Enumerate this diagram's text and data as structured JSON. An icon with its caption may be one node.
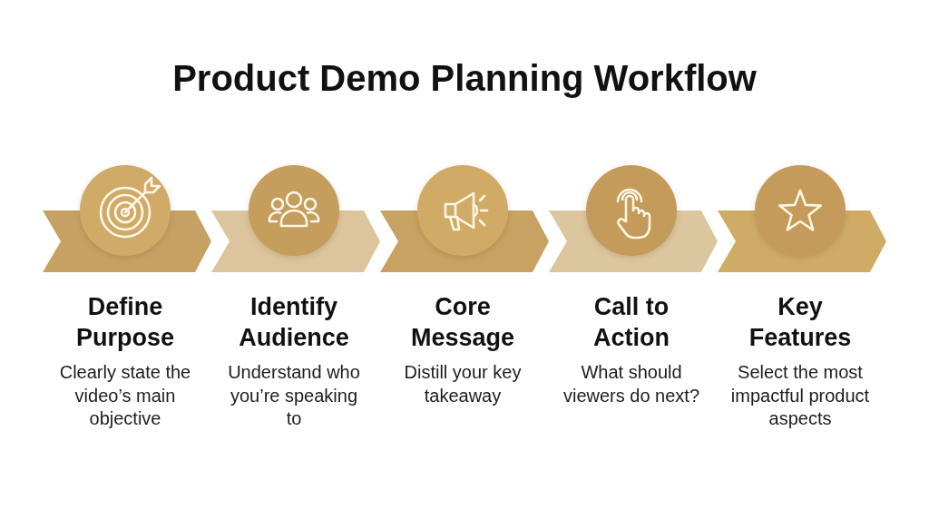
{
  "diagram": {
    "title": "Product Demo Planning Workflow",
    "nodes": [
      {
        "text": [
          "Define Purpose",
          "Clearly state the video’s main objective"
        ]
      },
      {
        "text": [
          "Identify Audience",
          "Understand who you’re speaking to"
        ]
      },
      {
        "text": [
          "Core Message",
          "Distill your key takeaway"
        ]
      },
      {
        "text": [
          "Call to Action",
          "What should viewers do next?"
        ]
      },
      {
        "text": [
          "Key Features",
          "Select the most impactful product aspects"
        ]
      }
    ]
  }
}
